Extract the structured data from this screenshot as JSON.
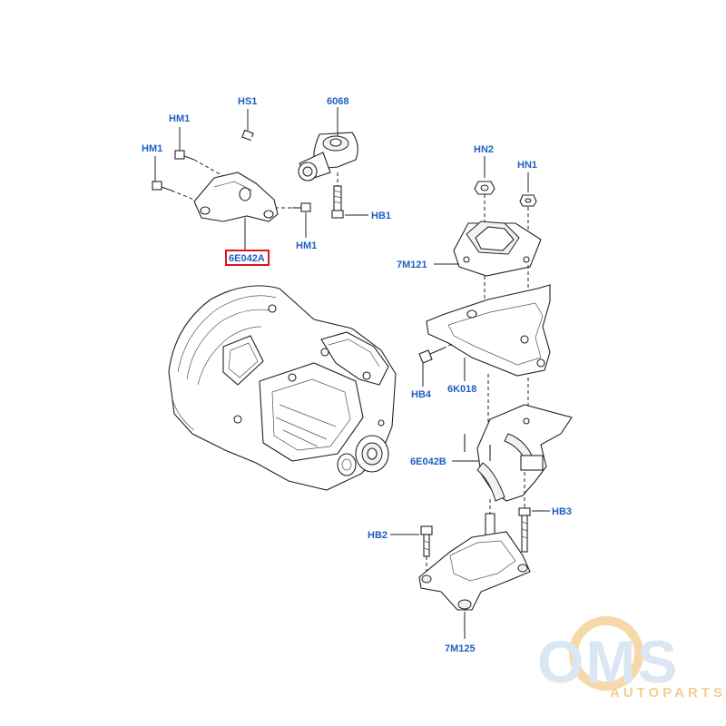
{
  "labels": {
    "hs1": "HS1",
    "n6068": "6068",
    "hm1_a": "HM1",
    "hm1_b": "HM1",
    "hm1_c": "HM1",
    "hb1": "HB1",
    "n6e042a": "6E042A",
    "hn2": "HN2",
    "hn1": "HN1",
    "n7m121": "7M121",
    "hb4": "HB4",
    "n6k018": "6K018",
    "n6e042b": "6E042B",
    "hb3": "HB3",
    "hb2": "HB2",
    "n7m125": "7M125"
  },
  "highlight": {
    "part": "6E042A",
    "color": "#e0141e"
  },
  "label_color": "#1f5fbf",
  "watermark": {
    "brand": "OMS",
    "sub": "AUTOPARTS"
  }
}
